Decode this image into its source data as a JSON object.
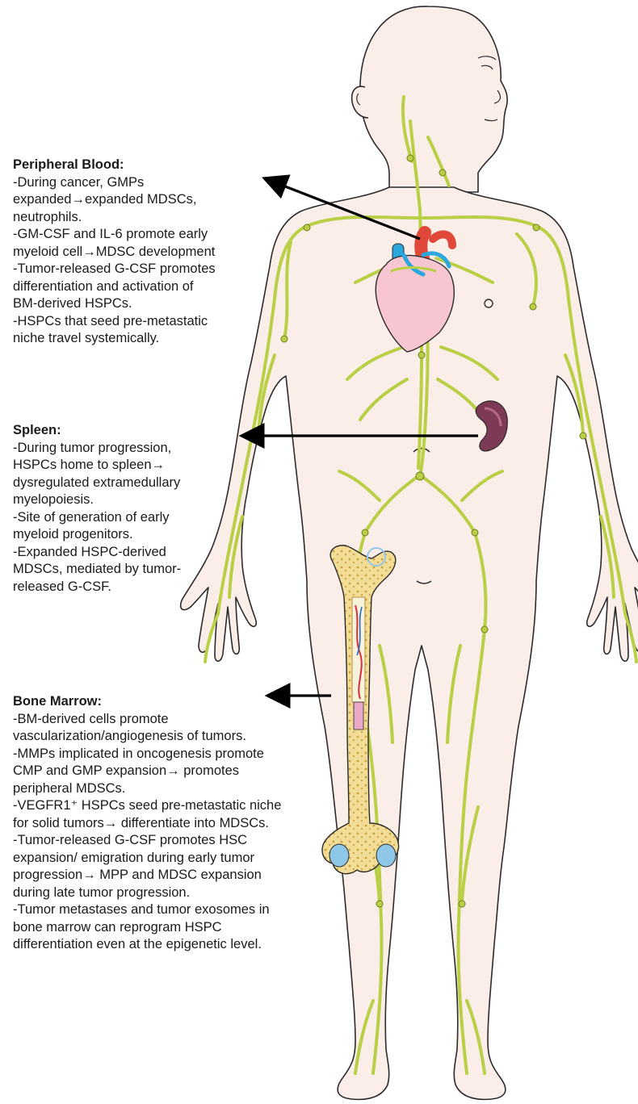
{
  "sections": {
    "peripheral_blood": {
      "title": "Peripheral Blood:",
      "lines": [
        "-During cancer, GMPs",
        "expanded→expanded MDSCs,",
        "neutrophils.",
        "-GM-CSF and IL-6 promote early",
        "myeloid cell→MDSC development",
        "-Tumor-released G-CSF promotes",
        "differentiation and activation of",
        "BM-derived HSPCs.",
        "-HSPCs that seed pre-metastatic",
        "niche travel systemically."
      ]
    },
    "spleen": {
      "title": "Spleen:",
      "lines": [
        "-During tumor progression,",
        "HSPCs home to spleen→",
        "dysregulated extramedullary",
        "myelopoiesis.",
        "-Site of generation of early",
        "myeloid progenitors.",
        "-Expanded HSPC-derived",
        "MDSCs, mediated by tumor-",
        "released G-CSF."
      ]
    },
    "bone_marrow": {
      "title": "Bone Marrow:",
      "lines": [
        "-BM-derived cells promote",
        "vascularization/angiogenesis of tumors.",
        "-MMPs implicated in oncogenesis promote",
        "CMP and GMP expansion→ promotes",
        "peripheral MDSCs.",
        "-VEGFR1⁺ HSPCs seed pre-metastatic niche",
        "for solid tumors→ differentiate into MDSCs.",
        "-Tumor-released G-CSF promotes HSC",
        "expansion/ emigration during early tumor",
        "progression→ MPP and MDSC expansion",
        "during late tumor progression.",
        "-Tumor metastases and tumor exosomes in",
        "bone marrow can reprogram HSPC",
        "differentiation even at the epigenetic level."
      ]
    }
  },
  "colors": {
    "skin": "#fbeee8",
    "outline": "#2b2b2b",
    "lymph": "#b9cf45",
    "lymph_dark": "#6f7f1e",
    "heart_red": "#e0493a",
    "heart_pink": "#f7c6d0",
    "vessel_blue": "#2aa7dc",
    "spleen": "#7c3a55",
    "bone": "#f3dc96",
    "bone_marrow": "#e4c25c",
    "joint_blue": "#8fc7e8",
    "arrow": "#000000"
  },
  "icons": [
    "human-body-figure",
    "heart-icon",
    "spleen-icon",
    "femur-bone-icon",
    "lymphatic-network"
  ]
}
